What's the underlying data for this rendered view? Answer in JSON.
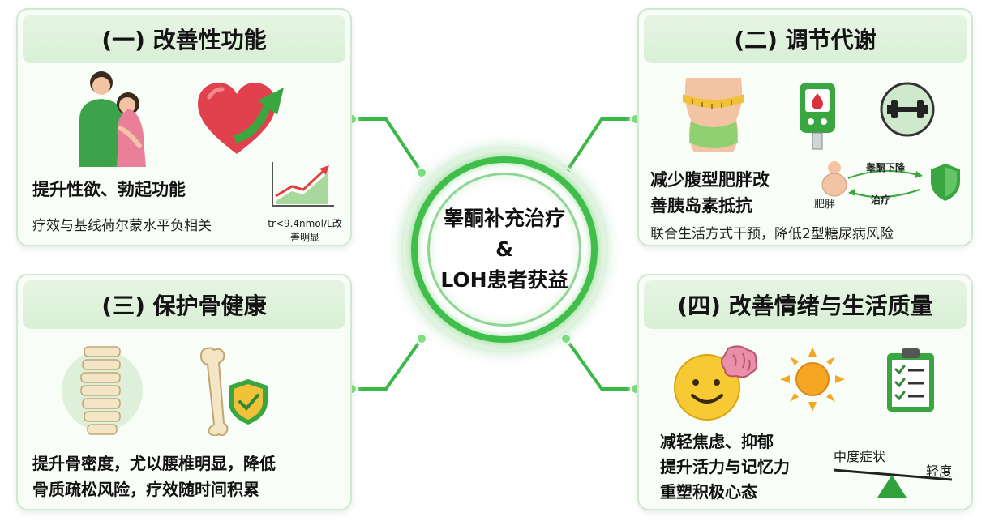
{
  "center": {
    "line1": "睾酮补充治疗",
    "line2": "&",
    "line3": "LOH患者获益"
  },
  "card1": {
    "title": "(一) 改善性功能",
    "main": "提升性欲、勃起功能",
    "sub": "疗效与基线荷尔蒙水平负相关",
    "note1": "tr<9.4nmol/L改",
    "note2": "善明显",
    "icons": [
      "couple-icon",
      "heart-arrow-icon",
      "rising-chart-icon"
    ]
  },
  "card2": {
    "title": "(二) 调节代谢",
    "main1": "减少腹型肥胖改",
    "main2": "善胰岛素抵抗",
    "sub": "联合生活方式干预，降低2型糖尿病风险",
    "cycle_top": "睾酮下降",
    "cycle_bottom": "治疗",
    "cycle_left": "肥胖",
    "icons": [
      "waist-measure-icon",
      "glucose-meter-icon",
      "dumbbell-icon",
      "obese-person-icon",
      "shield-icon"
    ]
  },
  "card3": {
    "title": "(三) 保护骨健康",
    "main1": "提升骨密度，尤以腰椎明显，降低",
    "main2": "骨质疏松风险，疗效随时间积累",
    "icons": [
      "spine-icon",
      "bone-shield-icon"
    ]
  },
  "card4": {
    "title": "(四) 改善情绪与生活质量",
    "line1": "减轻焦虑、抑郁",
    "line2": "提升活力与记忆力",
    "line3": "重塑积极心态",
    "scale_left": "中度症状",
    "scale_right": "轻度",
    "icons": [
      "smiling-brain-icon",
      "sun-icon",
      "clipboard-checklist-icon",
      "balance-scale-icon"
    ]
  },
  "colors": {
    "accent": "#3fbf4a",
    "card_border": "#cfe8cf",
    "header_bg": "#dcf0d8"
  }
}
